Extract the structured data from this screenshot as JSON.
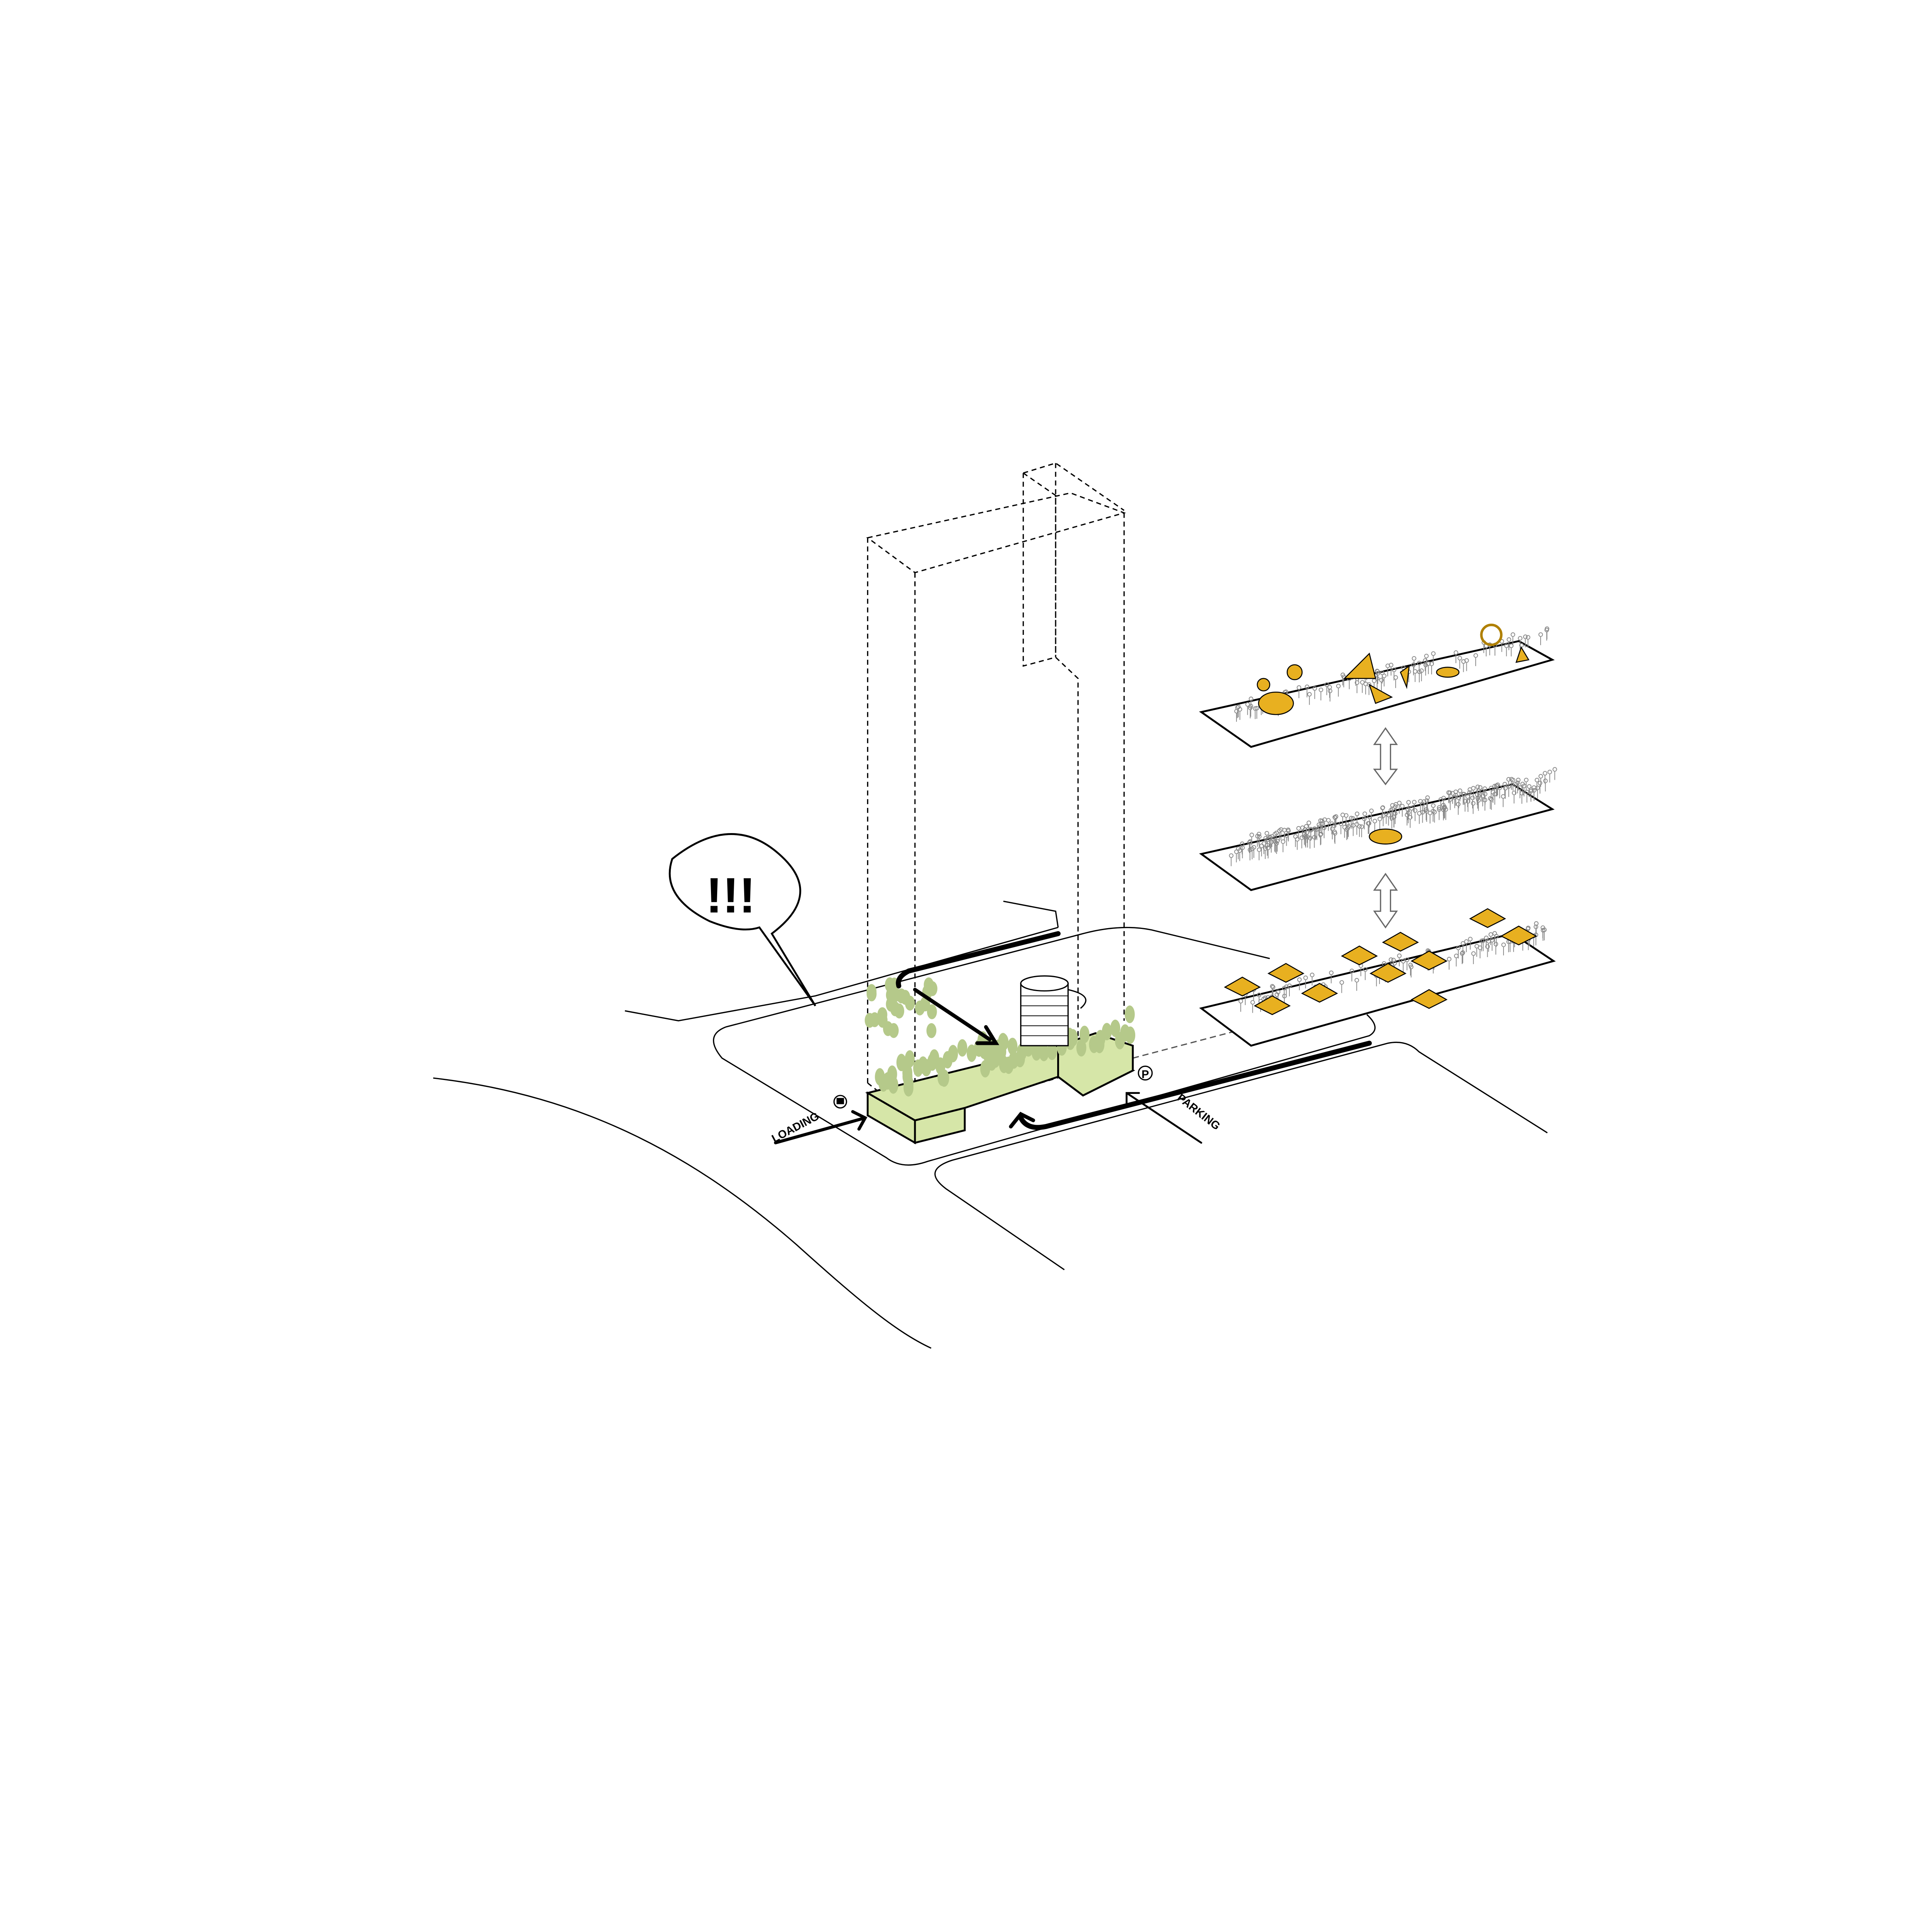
{
  "speech_bubble": {
    "text": "!!!"
  },
  "labels": {
    "loading": "LOADING",
    "parking": "PARKING",
    "parking_symbol": "P"
  },
  "colors": {
    "green": "#d6e6a8",
    "tree": "#b5c98a",
    "yellow": "#e8b020",
    "line": "#000000"
  },
  "icons": [
    "truck-icon",
    "parking-icon",
    "double-arrow-icon"
  ]
}
